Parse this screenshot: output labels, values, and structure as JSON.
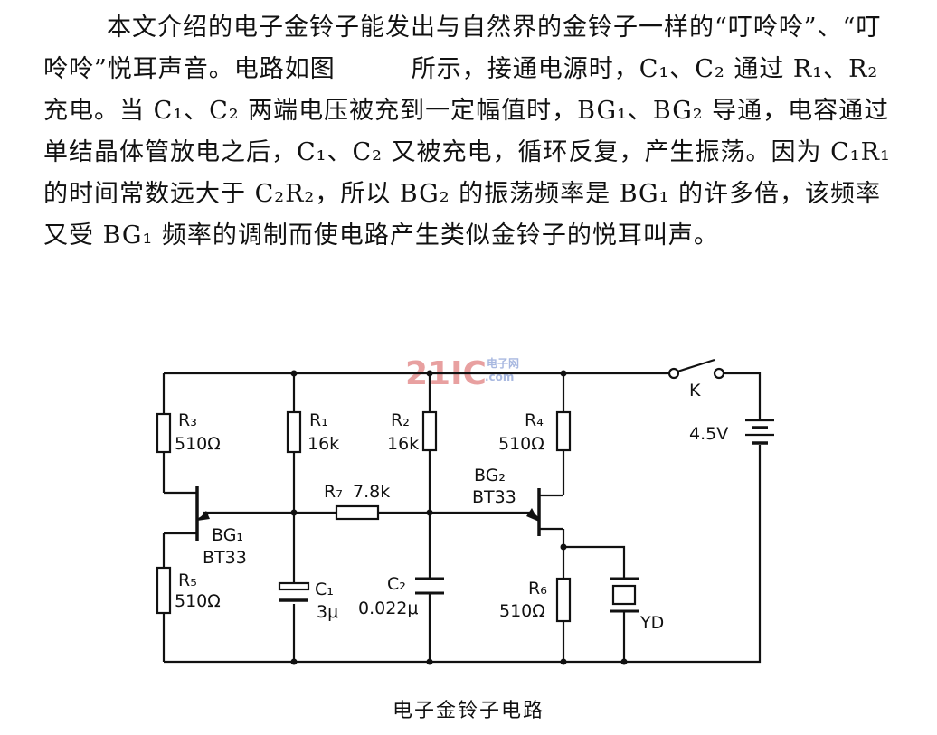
{
  "article": {
    "text": "本文介绍的电子金铃子能发出与自然界的金铃子一样的“叮呤呤”、“叮呤呤”悦耳声音。电路如图　　　所示，接通电源时，C₁、C₂ 通过 R₁、R₂ 充电。当 C₁、C₂ 两端电压被充到一定幅值时，BG₁、BG₂ 导通，电容通过单结晶体管放电之后，C₁、C₂ 又被充电，循环反复，产生振荡。因为 C₁R₁ 的时间常数远大于 C₂R₂，所以 BG₂ 的振荡频率是 BG₁ 的许多倍，该频率又受 BG₁ 频率的调制而使电路产生类似金铃子的悦耳叫声。"
  },
  "watermark": {
    "logo": "21IC",
    "small_top": "电子网",
    "small_bottom": ".com"
  },
  "components": {
    "r3": {
      "name": "R₃",
      "value": "510Ω"
    },
    "r1": {
      "name": "R₁",
      "value": "16k"
    },
    "r2": {
      "name": "R₂",
      "value": "16k"
    },
    "r4": {
      "name": "R₄",
      "value": "510Ω"
    },
    "r5": {
      "name": "R₅",
      "value": "510Ω"
    },
    "r6": {
      "name": "R₆",
      "value": "510Ω"
    },
    "r7": {
      "name": "R₇",
      "value": "7.8k"
    },
    "c1": {
      "name": "C₁",
      "value": "3μ"
    },
    "c2": {
      "name": "C₂",
      "value": "0.022μ"
    },
    "bg1": {
      "name": "BG₁",
      "type": "BT33"
    },
    "bg2": {
      "name": "BG₂",
      "type": "BT33"
    },
    "switch": {
      "name": "K"
    },
    "battery": {
      "value": "4.5V"
    },
    "buzzer": {
      "name": "YD"
    }
  },
  "caption": "电子金铃子电路",
  "colors": {
    "ink": "#111111",
    "watermark_red": "#e8a0a0",
    "watermark_blue": "#a8b8e0"
  }
}
